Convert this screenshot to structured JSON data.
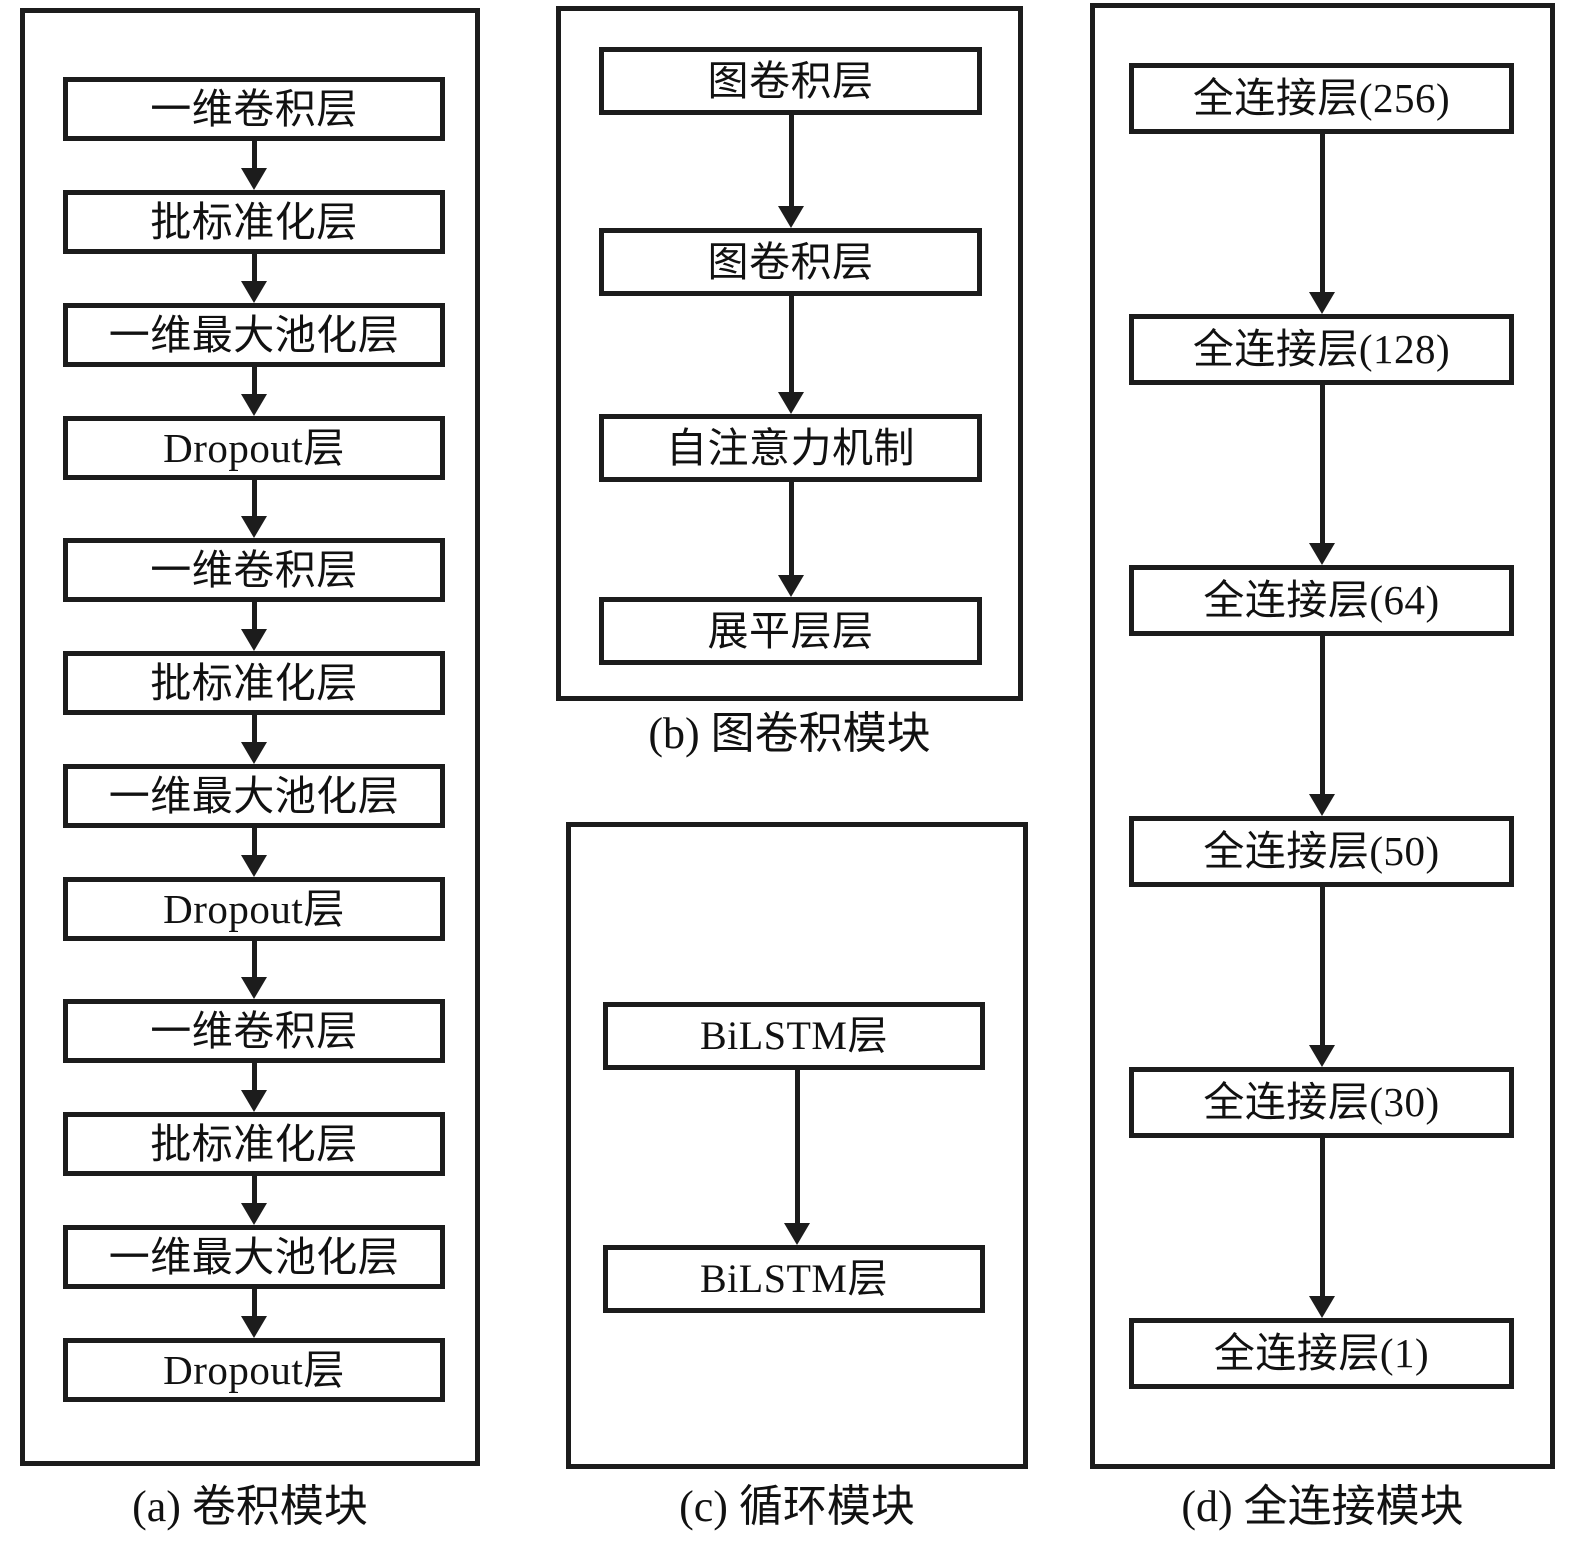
{
  "figure": {
    "panels": [
      {
        "id": "conv-module",
        "caption": "(a) 卷积模块",
        "nodes": [
          {
            "label": "一维卷积层"
          },
          {
            "label": "批标准化层"
          },
          {
            "label": "一维最大池化层"
          },
          {
            "label": "Dropout层"
          },
          {
            "label": "一维卷积层"
          },
          {
            "label": "批标准化层"
          },
          {
            "label": "一维最大池化层"
          },
          {
            "label": "Dropout层"
          },
          {
            "label": "一维卷积层"
          },
          {
            "label": "批标准化层"
          },
          {
            "label": "一维最大池化层"
          },
          {
            "label": "Dropout层"
          }
        ]
      },
      {
        "id": "graph-conv-module",
        "caption": "(b) 图卷积模块",
        "nodes": [
          {
            "label": "图卷积层"
          },
          {
            "label": "图卷积层"
          },
          {
            "label": "自注意力机制"
          },
          {
            "label": "展平层层"
          }
        ]
      },
      {
        "id": "recurrent-module",
        "caption": "(c) 循环模块",
        "nodes": [
          {
            "label": "BiLSTM层"
          },
          {
            "label": "BiLSTM层"
          }
        ]
      },
      {
        "id": "fully-connected-module",
        "caption": "(d) 全连接模块",
        "nodes": [
          {
            "label": "全连接层(256)"
          },
          {
            "label": "全连接层(128)"
          },
          {
            "label": "全连接层(64)"
          },
          {
            "label": "全连接层(50)"
          },
          {
            "label": "全连接层(30)"
          },
          {
            "label": "全连接层(1)"
          }
        ]
      }
    ],
    "colors": {
      "stroke": "#1c1c1c",
      "fill": "#ffffff",
      "text": "#111111"
    }
  }
}
